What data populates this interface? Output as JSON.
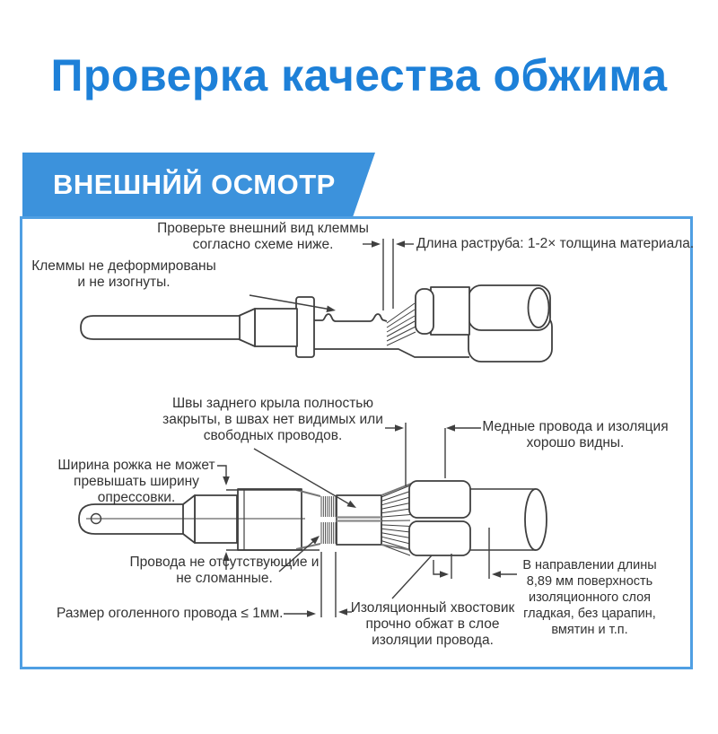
{
  "title": "Проверка качества обжима",
  "banner": "ВНЕШНЙЙ ОСМОТР",
  "colors": {
    "title_blue": "#1d80d8",
    "banner_blue": "#3c92dc",
    "frame_blue": "#4f9fe3",
    "line_gray": "#3f3f3f",
    "text_gray": "#333333"
  },
  "diagram1": {
    "check_appearance": [
      "Проверьте внешний вид клеммы",
      "согласно схеме ниже."
    ],
    "not_deformed": [
      "Клеммы не деформированы",
      "и не изогнуты."
    ],
    "flare_length": [
      "Длина раструба: 1-2× толщина материала."
    ]
  },
  "diagram2": {
    "seams_closed": [
      "Швы заднего крыла полностью",
      "закрыты, в швах нет видимых или",
      "свободных проводов."
    ],
    "copper_visible": [
      "Медные провода и изоляция",
      "хорошо видны."
    ],
    "horn_width": [
      "Ширина рожка не может",
      "превышать ширину",
      "опрессовки."
    ],
    "wires_present": [
      "Провода не отсутствующие и",
      "не сломанные."
    ],
    "bare_wire": [
      "Размер оголенного провода ≤ 1мм."
    ],
    "insulation_tail": [
      "Изоляционный хвостовик",
      "прочно обжат в слое",
      "изоляции провода."
    ],
    "smooth_surface": [
      "В направлении длины",
      "8,89 мм поверхность",
      "изоляционного слоя",
      "гладкая, без царапин,",
      "вмятин и т.п."
    ]
  }
}
